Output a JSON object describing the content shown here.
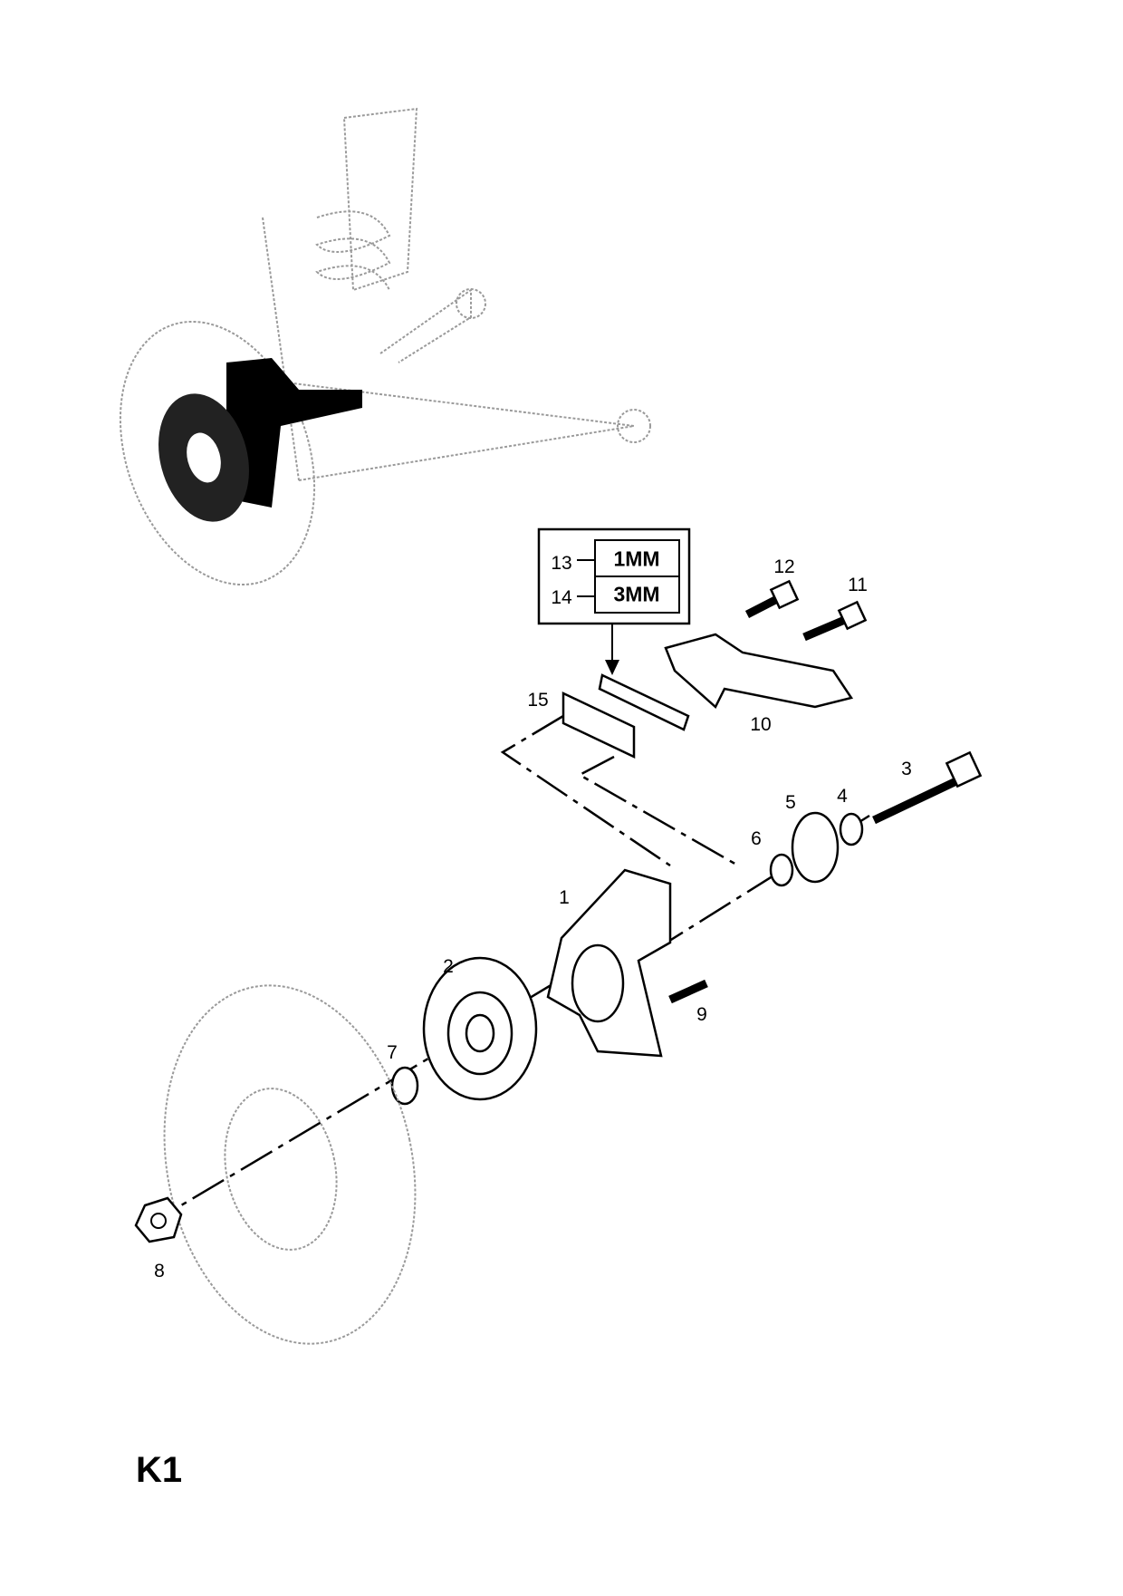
{
  "page_code": "K1",
  "callouts": [
    "1",
    "2",
    "3",
    "4",
    "5",
    "6",
    "7",
    "8",
    "9",
    "10",
    "11",
    "12",
    "13",
    "14",
    "15"
  ],
  "shim_box": {
    "rows": [
      {
        "ref": "13",
        "value": "1MM"
      },
      {
        "ref": "14",
        "value": "3MM"
      }
    ]
  }
}
